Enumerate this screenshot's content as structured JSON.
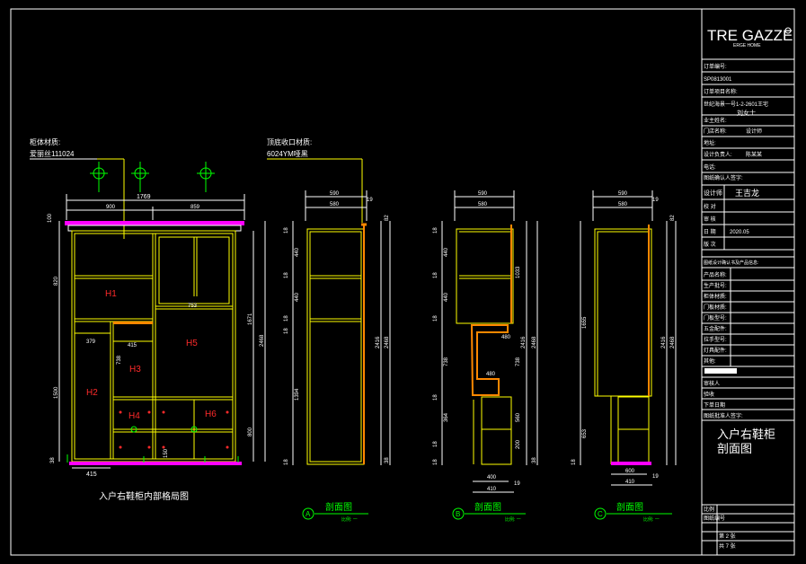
{
  "brand": {
    "logo": "TRE GAZZE",
    "sub": "ERGE HOME"
  },
  "titleblock": {
    "rows": [
      "订单编号:",
      "SP0813001",
      "订单项目名称:",
      "世纪海景一号1-2-2601王宅",
      "业主姓名:",
      "刘女士",
      "门店名称:",
      "设计师",
      "地址:",
      "设计负责人:",
      "陈某某",
      "电话:",
      "图纸确认人签字:"
    ],
    "designer_label": "设计师",
    "designer": "王吉龙",
    "fields": [
      "校 对",
      "审 核",
      "日 期",
      "版 次"
    ],
    "date": "2020.05",
    "note": "图纸设计确认书及产品信息:",
    "list": [
      "产品名称:",
      "生产批号:",
      "柜体材质:",
      "门板材质:",
      "门板型号:",
      "五金配件:",
      "拉手型号:",
      "灯具配件:",
      "其他:"
    ],
    "signer": "审核人",
    "check": "验收",
    "order_date": "下单日期",
    "approval": "图纸批准人签字:",
    "drawing_title_1": "入户右鞋柜",
    "drawing_title_2": "剖面图",
    "bottom": [
      "比例",
      "图纸编号",
      "第 2 张",
      "共 7 张"
    ]
  },
  "notes": {
    "cabinet_material_label": "柜体材质:",
    "cabinet_material": "爱丽丝111024",
    "top_material_label": "顶底收口材质:",
    "top_material": "6024YM哑黑"
  },
  "main": {
    "caption": "入户右鞋柜内部格局图",
    "overall_width": "1769",
    "top_dims": [
      "900",
      "859"
    ],
    "left_dims": [
      "100",
      "820",
      "1500",
      "38"
    ],
    "right_dims": [
      "1671",
      "2468",
      "800"
    ],
    "inner_dims": [
      "379",
      "415",
      "738",
      "753",
      "150"
    ],
    "bottom_dim": "415",
    "zones": [
      "H1",
      "H2",
      "H3",
      "H4",
      "H5",
      "H6"
    ]
  },
  "sections": [
    {
      "tag": "A",
      "title": "剖面图",
      "scale": "比例: 一",
      "top": [
        "590",
        "580",
        "19"
      ],
      "left": [
        "18",
        "440",
        "18",
        "440",
        "18",
        "18",
        "1394",
        "18"
      ],
      "right": [
        "2416",
        "2468",
        "82",
        "38"
      ]
    },
    {
      "tag": "B",
      "title": "剖面图",
      "scale": "比例: 一",
      "top": [
        "590",
        "580"
      ],
      "left": [
        "18",
        "440",
        "18",
        "440",
        "18",
        "738",
        "18",
        "364",
        "18",
        "18"
      ],
      "right": [
        "1033",
        "738",
        "2416",
        "2468",
        "560",
        "200",
        "38"
      ],
      "bottom": [
        "400",
        "410",
        "19"
      ],
      "mid": "480"
    },
    {
      "tag": "C",
      "title": "剖面图",
      "scale": "比例: 一",
      "top": [
        "590",
        "580",
        "19"
      ],
      "left": [
        "1655",
        "653",
        "18"
      ],
      "right": [
        "2416",
        "2468",
        "82"
      ],
      "bottom": [
        "600",
        "410",
        "19"
      ]
    }
  ]
}
